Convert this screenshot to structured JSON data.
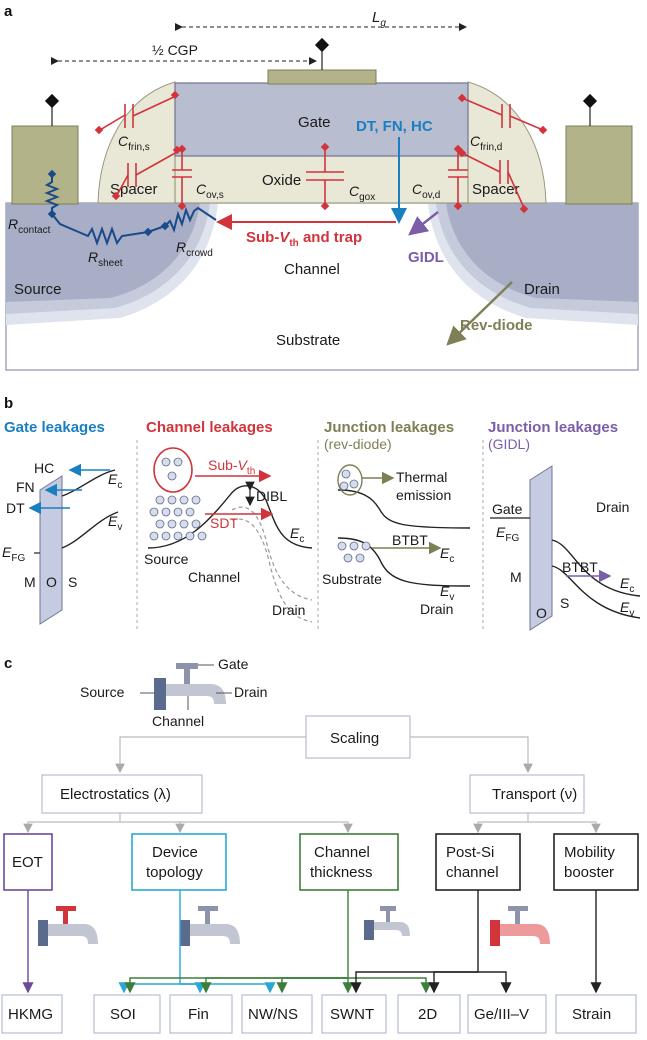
{
  "panels": {
    "a": "a",
    "b": "b",
    "c": "c"
  },
  "a": {
    "lg": "L",
    "lg_sub": "g",
    "half_cgp": "½ CGP",
    "gate": "Gate",
    "oxide": "Oxide",
    "spacer_left": "Spacer",
    "spacer_right": "Spacer",
    "channel": "Channel",
    "source": "Source",
    "drain": "Drain",
    "substrate": "Substrate",
    "dt_fn_hc": "DT, FN, HC",
    "sub_vth_a": "Sub-",
    "sub_vth_b": "V",
    "sub_vth_c": "th",
    "sub_vth_d": " and trap",
    "gidl": "GIDL",
    "rev_diode": "Rev-diode",
    "c_frin_s": [
      "C",
      "frin,s"
    ],
    "c_frin_d": [
      "C",
      "frin,d"
    ],
    "c_ov_s": [
      "C",
      "ov,s"
    ],
    "c_ov_d": [
      "C",
      "ov,d"
    ],
    "c_gox": [
      "C",
      "gox"
    ],
    "r_contact": [
      "R",
      "contact"
    ],
    "r_sheet": [
      "R",
      "sheet"
    ],
    "r_crowd": [
      "R",
      "crowd"
    ]
  },
  "b": {
    "gate_title": "Gate leakages",
    "channel_title": "Channel leakages",
    "junction_title": "Junction leakages",
    "junction_sub1": "(rev-diode)",
    "junction_sub2": "(GIDL)",
    "hc": "HC",
    "fn": "FN",
    "dt": "DT",
    "ec": [
      "E",
      "c"
    ],
    "ev": [
      "E",
      "v"
    ],
    "efg": [
      "E",
      "FG"
    ],
    "m": "M",
    "o": "O",
    "s": "S",
    "sub_vth": [
      "Sub-",
      "V",
      "th"
    ],
    "dibl": "DIBL",
    "sdt": "SDT",
    "source": "Source",
    "channel": "Channel",
    "drain": "Drain",
    "thermal1": "Thermal",
    "thermal2": "emission",
    "btbt": "BTBT",
    "substrate": "Substrate",
    "gate": "Gate"
  },
  "c": {
    "faucet_gate": "Gate",
    "faucet_source": "Source",
    "faucet_drain": "Drain",
    "faucet_channel": "Channel",
    "scaling": "Scaling",
    "electrostatics": "Electrostatics (λ)",
    "transport": "Transport (ν)",
    "eot": "EOT",
    "device1": "Device",
    "device2": "topology",
    "chan1": "Channel",
    "chan2": "thickness",
    "postsi1": "Post-Si",
    "postsi2": "channel",
    "mob1": "Mobility",
    "mob2": "booster",
    "leaves": [
      "HKMG",
      "SOI",
      "Fin",
      "NW/NS",
      "SWNT",
      "2D",
      "Ge/III–V",
      "Strain"
    ]
  },
  "colors": {
    "gate_blue": "#1a7fc1",
    "channel_red": "#d2343b",
    "junction_olive": "#7f7f55",
    "gidl_purple": "#7a5ea8",
    "eot_purple": "#6a4a9c",
    "device_cyan": "#29a8d6",
    "channel_green": "#3d7f3a",
    "oxide_fill": "#e9e7d6",
    "gate_fill": "#b9bdd0"
  }
}
